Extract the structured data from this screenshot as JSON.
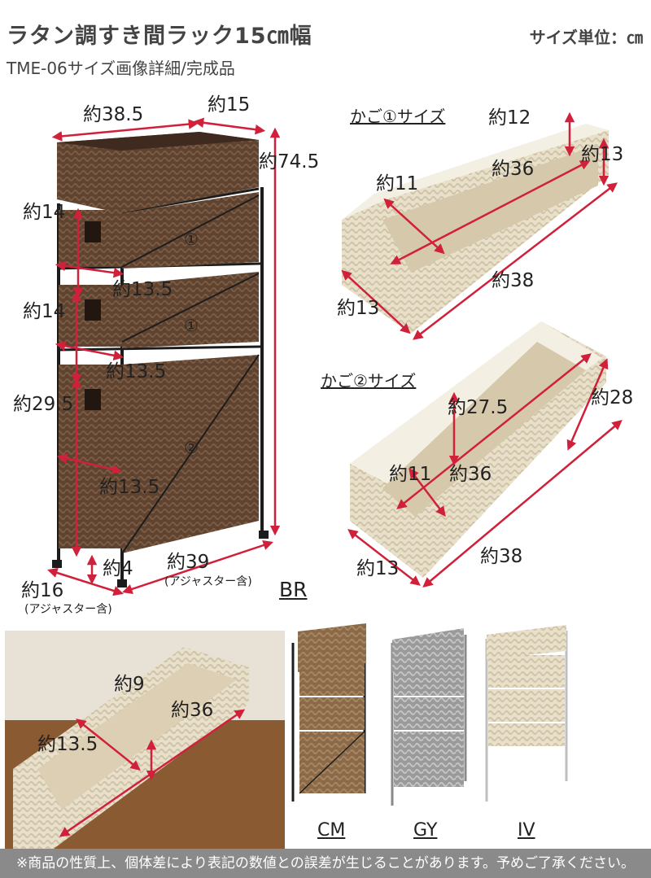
{
  "header": {
    "title": "ラタン調すき間ラック15㎝幅",
    "unit_label": "サイズ単位：㎝",
    "subtitle": "TME-06サイズ画像詳細/完成品"
  },
  "rack_dims": {
    "width": "約38.5",
    "depth_top": "約15",
    "height": "約74.5",
    "drawer1_height": "約14",
    "drawer1_depth": "約13.5",
    "drawer2_height": "約14",
    "drawer2_depth": "約13.5",
    "drawer3_height": "約29.5",
    "drawer3_depth": "約13.5",
    "adjuster": "約4",
    "bottom_width": "約39",
    "bottom_width_note": "(アジャスター含)",
    "bottom_depth": "約16",
    "bottom_depth_note": "(アジャスター含)",
    "drawer_marker_1a": "①",
    "drawer_marker_1b": "①",
    "drawer_marker_2": "②",
    "color_code": "BR"
  },
  "basket1": {
    "caption": "かご①サイズ",
    "inner_height": "約12",
    "outer_height": "約13",
    "inner_depth": "約11",
    "inner_width": "約36",
    "outer_width": "約38",
    "outer_depth": "約13"
  },
  "basket2": {
    "caption": "かご②サイズ",
    "outer_height": "約28",
    "inner_height": "約27.5",
    "inner_depth": "約11",
    "inner_width": "約36",
    "outer_width": "約38",
    "outer_depth": "約13"
  },
  "top_tray": {
    "depth": "約9",
    "width": "約36",
    "inner_depth": "約13.5"
  },
  "variants": [
    {
      "code": "CM",
      "color": "#8a6a48"
    },
    {
      "code": "GY",
      "color": "#9a9a9a"
    },
    {
      "code": "IV",
      "color": "#e6dccb"
    }
  ],
  "footer": {
    "note": "※商品の性質上、個体差により表記の数値との誤差が生じることがあります。予めご了承ください。"
  },
  "colors": {
    "dimension_line": "#d0203a",
    "brown": "#5e4331",
    "ivory": "#e9e0cc",
    "footer_bg": "#8a8a8a"
  }
}
